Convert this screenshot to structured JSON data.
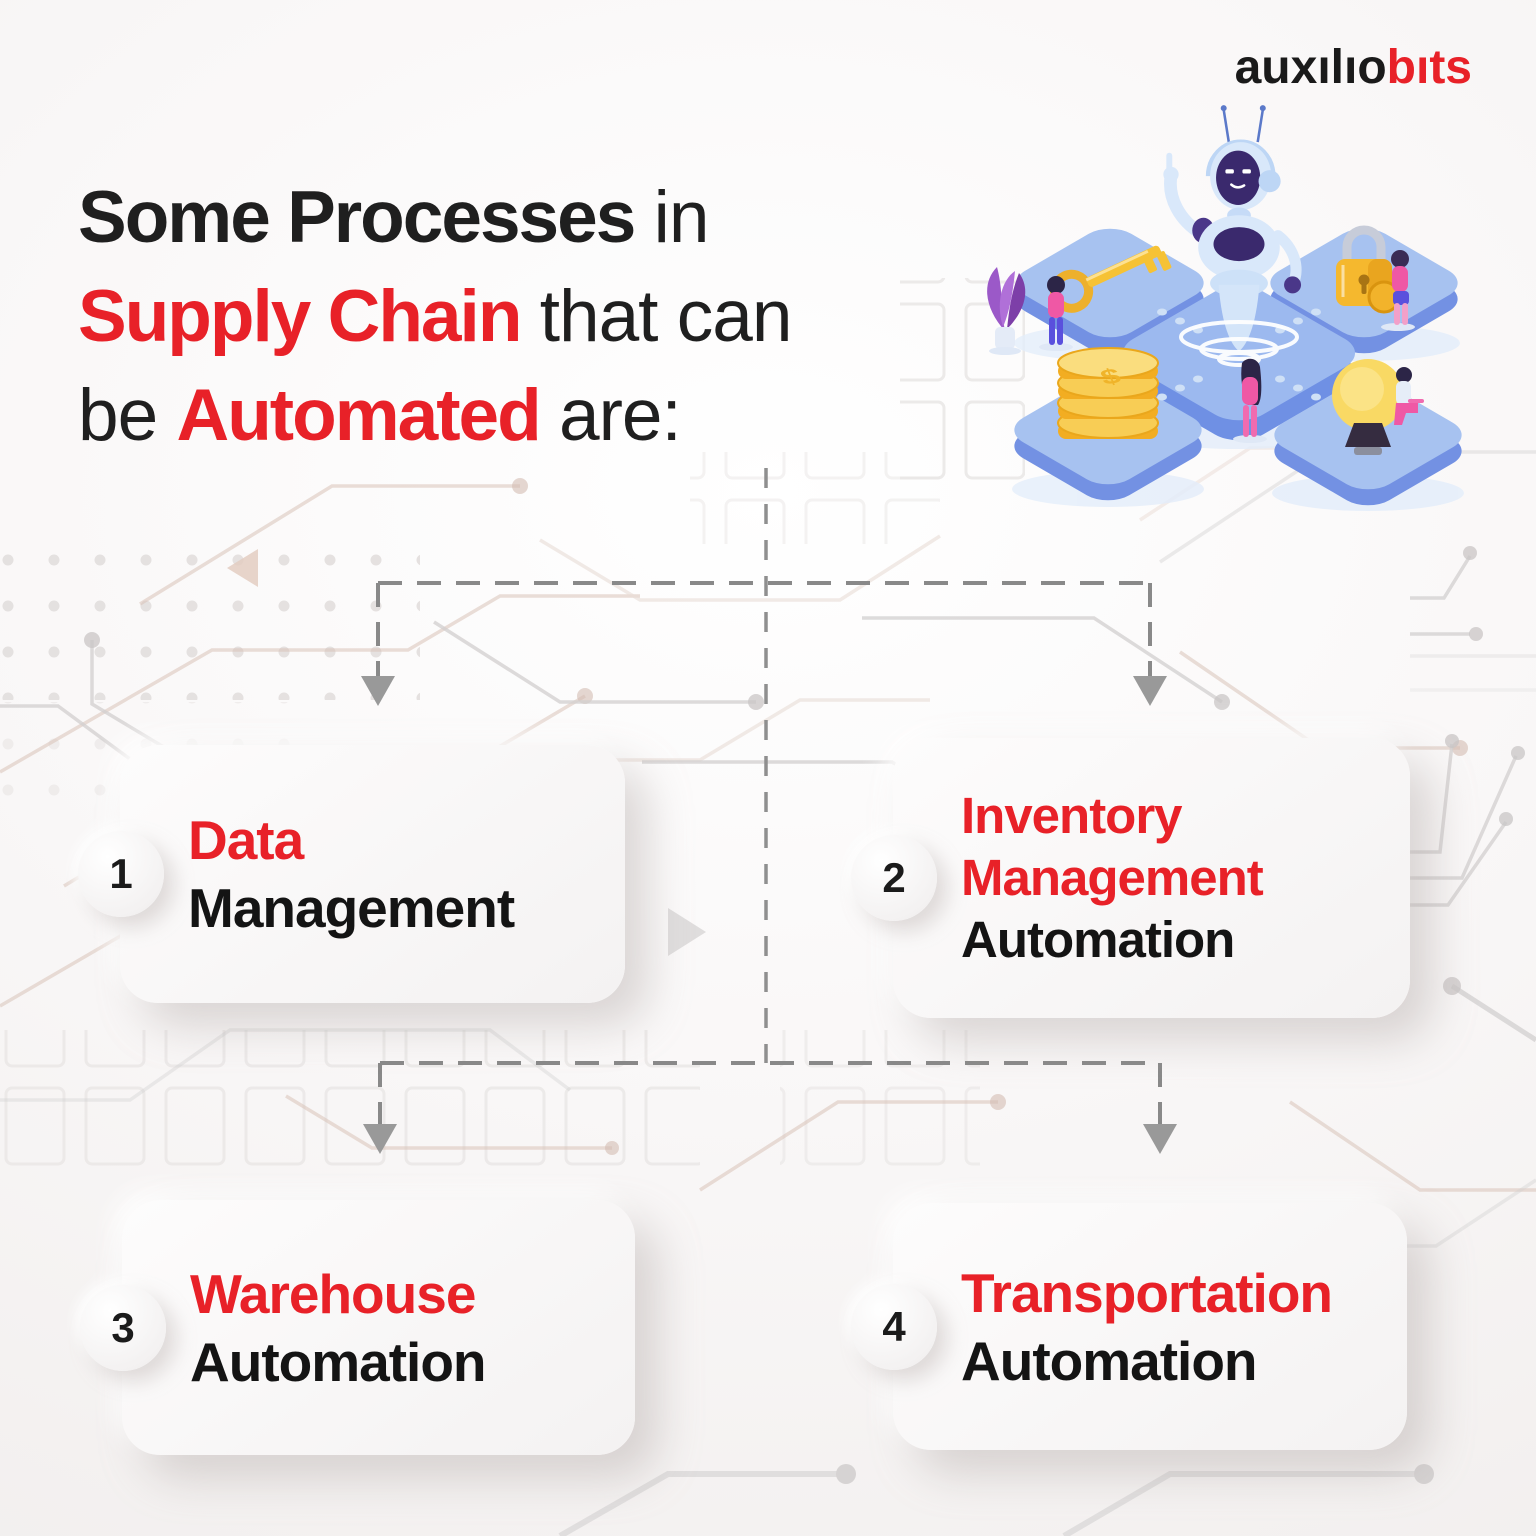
{
  "brand": {
    "black": "auxılıo",
    "red": "bıts"
  },
  "title": {
    "line1_bold": "Some Processes",
    "line1_rest": " in",
    "line2_red": "Supply Chain",
    "line2_rest": " that can",
    "line3_pre": "be ",
    "line3_red": "Automated",
    "line3_post": " are:"
  },
  "cards": [
    {
      "number": "1",
      "lines": [
        {
          "text": "Data",
          "emphasis": "red"
        },
        {
          "text": "Management",
          "emphasis": "black"
        }
      ]
    },
    {
      "number": "2",
      "lines": [
        {
          "text": "Inventory",
          "emphasis": "red"
        },
        {
          "text": "Management",
          "emphasis": "red"
        },
        {
          "text": "Automation",
          "emphasis": "black"
        }
      ]
    },
    {
      "number": "3",
      "lines": [
        {
          "text": "Warehouse",
          "emphasis": "red"
        },
        {
          "text": "Automation",
          "emphasis": "black"
        }
      ]
    },
    {
      "number": "4",
      "lines": [
        {
          "text": "Transportation",
          "emphasis": "red"
        },
        {
          "text": "Automation",
          "emphasis": "black"
        }
      ]
    }
  ],
  "illustration": {
    "description": "Isometric robot on a platform surrounded by platforms with a key, a padlock, a stack of dollar coins and a lightbulb, with small people figures and a purple plant",
    "icons": [
      "robot-icon",
      "key-icon",
      "padlock-icon",
      "coins-icon",
      "lightbulb-icon",
      "plant-icon",
      "person-icon",
      "coin-icon"
    ]
  },
  "colors": {
    "accent_red": "#e82128",
    "text_black": "#1a1a1a",
    "platform_blue_top": "#a7c2f0",
    "platform_blue_side": "#7391e3",
    "gold": "#f5b82e",
    "robot_purple": "#3a296d",
    "robot_body": "#d9e8fa",
    "connector_grey": "#898989",
    "background": "#f4f1f0"
  }
}
